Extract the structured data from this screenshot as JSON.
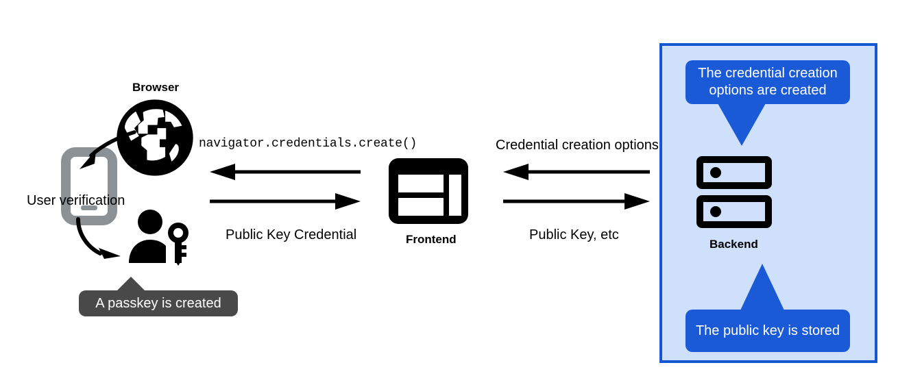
{
  "diagram": {
    "title": "WebAuthn passkey registration flow",
    "colors": {
      "panel_fill": "#CFE0FC",
      "panel_border": "#1557D0",
      "callout_blue": "#1A5AD7",
      "callout_gray": "#494949",
      "ink": "#000000",
      "phone_gray": "#8C9196"
    }
  },
  "nodes": {
    "browser_label": "Browser",
    "frontend_label": "Frontend",
    "backend_label": "Backend"
  },
  "annotations": {
    "user_verification": "User verification",
    "passkey_created": "A passkey is created",
    "credential_options_created": "The credential creation options are created",
    "public_key_stored": "The public key is stored"
  },
  "flows": {
    "browser_frontend": {
      "top_label": "navigator.credentials.create()",
      "top_direction": "left",
      "bottom_label": "Public Key Credential",
      "bottom_direction": "right"
    },
    "frontend_backend": {
      "top_label": "Credential creation options",
      "top_direction": "left",
      "bottom_label": "Public Key, etc",
      "bottom_direction": "right"
    }
  },
  "icons": {
    "browser": "globe-icon",
    "phone": "mobile-phone-icon",
    "user_key": "user-with-key-icon",
    "frontend": "web-layout-icon",
    "backend": "server-rack-icon"
  }
}
